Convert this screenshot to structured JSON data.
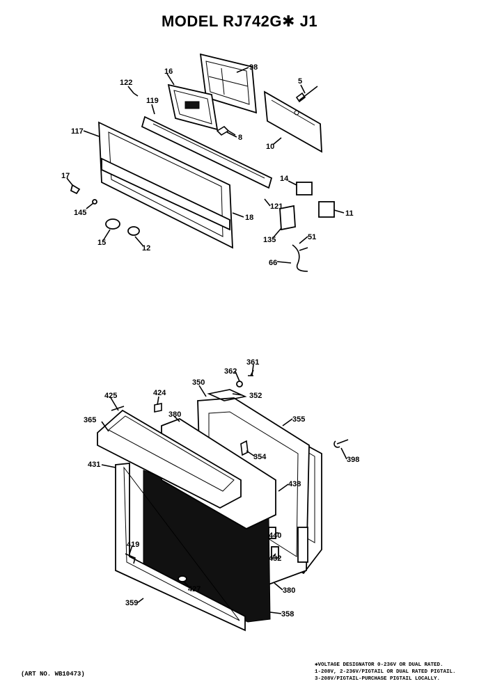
{
  "title": "MODEL RJ742G✱ J1",
  "art_number": "(ART NO. WB10473)",
  "notes": [
    "✱VOLTAGE DESIGNATOR 0-236V OR DUAL RATED.",
    "1-208V, 2-236V/PIGTAIL OR DUAL RATED PIGTAIL.",
    "3-208V/PIGTAIL-PURCHASE PIGTAIL LOCALLY."
  ],
  "upper_assembly": {
    "labels": [
      "98",
      "16",
      "122",
      "5",
      "119",
      "117",
      "8",
      "10",
      "17",
      "14",
      "145",
      "121",
      "11",
      "18",
      "135",
      "51",
      "15",
      "12",
      "66"
    ]
  },
  "lower_assembly": {
    "labels": [
      "361",
      "362",
      "350",
      "352",
      "424",
      "425",
      "380",
      "355",
      "365",
      "354",
      "398",
      "431",
      "438",
      "440",
      "419",
      "432",
      "427",
      "380",
      "359",
      "358"
    ]
  }
}
